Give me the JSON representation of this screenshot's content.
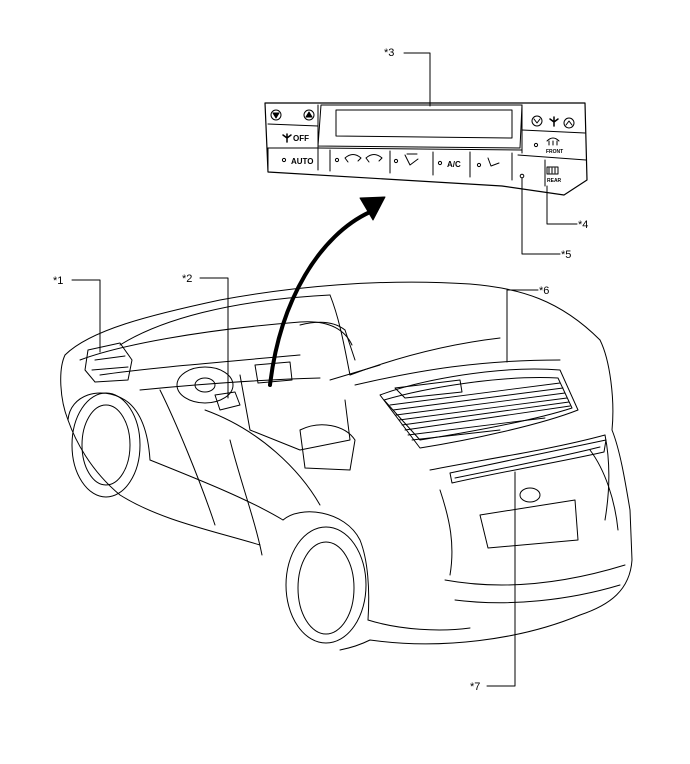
{
  "callouts": {
    "c1": "*1",
    "c2": "*2",
    "c3": "*3",
    "c4": "*4",
    "c5": "*5",
    "c6": "*6",
    "c7": "*7"
  },
  "panel": {
    "off_label": "OFF",
    "auto_label": "AUTO",
    "ac_label": "A/C",
    "front_label": "FRONT",
    "rear_label": "REAR"
  }
}
